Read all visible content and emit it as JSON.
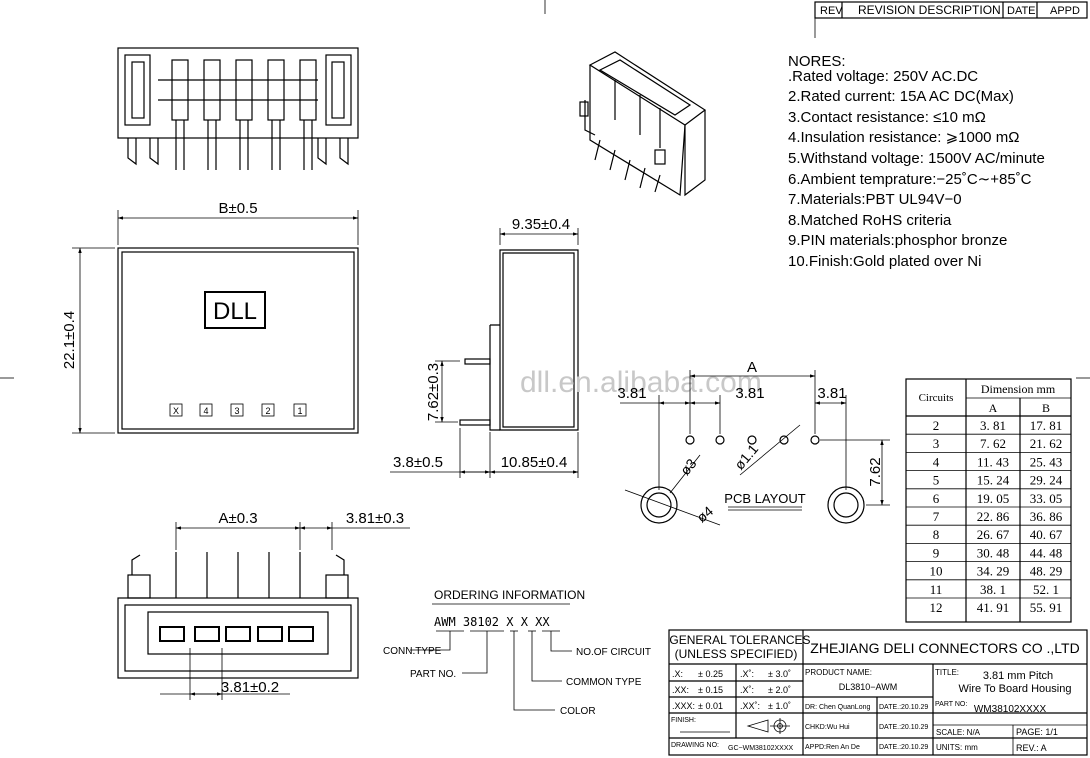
{
  "revision_block": {
    "rev": "REV",
    "description": "REVISION DESCRIPTION",
    "date": "DATE",
    "appd": "APPD"
  },
  "notes": {
    "heading": "NORES:",
    "items": [
      ".Rated voltage: 250V AC.DC",
      "2.Rated current: 15A AC DC(Max)",
      "3.Contact resistance: ≤10 mΩ",
      "4.Insulation resistance: ⩾1000 mΩ",
      "5.Withstand voltage: 1500V AC/minute",
      "6.Ambient temprature:−25˚C∼+85˚C",
      "7.Materials:PBT UL94V−0",
      "8.Matched RoHS criteria",
      "9.PIN materials:phosphor bronze",
      "10.Finish:Gold plated over Ni"
    ]
  },
  "front_view": {
    "dim_width": "B±0.5",
    "dim_height": "22.1±0.4",
    "logo": "DLL",
    "pin_labels": [
      "X",
      "4",
      "3",
      "2",
      "1"
    ]
  },
  "side_view": {
    "dim_top": "9.35±0.4",
    "dim_pin": "7.62±0.3",
    "dim_left": "3.8±0.5",
    "dim_bottom": "10.85±0.4"
  },
  "bottom_view": {
    "dim_a": "A±0.3",
    "dim_pitch": "3.81±0.3",
    "dim_bottom": "3.81±0.2"
  },
  "watermark": "dll.en.alibaba.com",
  "pcb_layout": {
    "label": "PCB LAYOUT",
    "dim_a": "A",
    "dim_left": "3.81",
    "dim_mid": "3.81",
    "dim_right": "3.81",
    "dim_vertical": "7.62",
    "dim_hole_small": "ø1.1",
    "dim_hole_mid": "ø3",
    "dim_hole_large": "ø4"
  },
  "dimension_table": {
    "header_circuits": "Circuits",
    "header_dimension": "Dimension mm",
    "col_a": "A",
    "col_b": "B",
    "rows": [
      [
        "2",
        "3. 81",
        "17. 81"
      ],
      [
        "3",
        "7. 62",
        "21. 62"
      ],
      [
        "4",
        "11. 43",
        "25. 43"
      ],
      [
        "5",
        "15. 24",
        "29. 24"
      ],
      [
        "6",
        "19. 05",
        "33. 05"
      ],
      [
        "7",
        "22. 86",
        "36. 86"
      ],
      [
        "8",
        "26. 67",
        "40. 67"
      ],
      [
        "9",
        "30. 48",
        "44. 48"
      ],
      [
        "10",
        "34. 29",
        "48. 29"
      ],
      [
        "11",
        "38. 1",
        "52. 1"
      ],
      [
        "12",
        "41. 91",
        "55. 91"
      ]
    ]
  },
  "ordering": {
    "title": "ORDERING INFORMATION",
    "code": "AWM 38102 X  X XX",
    "conn_type": "CONN.TYPE",
    "part_no": "PART NO.",
    "no_of_circuit": "NO.OF CIRCUIT",
    "common_type": "COMMON TYPE",
    "color": "COLOR"
  },
  "title_block": {
    "tolerances_line1": "GENERAL TOLERANCES",
    "tolerances_line2": "(UNLESS SPECIFIED)",
    "tol_rows": [
      [
        ".X:",
        "± 0.25",
        ".X˚:",
        "± 3.0˚"
      ],
      [
        ".XX:",
        "± 0.15",
        ".X˚:",
        "± 2.0˚"
      ],
      [
        ".XXX:",
        "± 0.01",
        ".XX˚:",
        "± 1.0˚"
      ]
    ],
    "finish": "FINISH:",
    "company": "ZHEJIANG DELI CONNECTORS CO .,LTD",
    "product_name_label": "PRODUCT NAME:",
    "product_name": "DL3810−AWM",
    "title_label": "TITLE:",
    "title_line1": "3.81 mm Pitch",
    "title_line2": "Wire To Board  Housing",
    "dr": "DR: Chen QuanLong",
    "dr_date": "DATE.:20.10.29",
    "part_no_label": "PART NO:",
    "part_no": "WM38102XXXX",
    "chkd": "CHKD:Wu Hui",
    "chkd_date": "DATE.:20.10.29",
    "scale": "SCALE:  N/A",
    "page": "PAGE: 1/1",
    "drawing_no_label": "DRAWING NO:",
    "drawing_no": "GC−WM38102XXXX",
    "appd": "APPD:Ren An De",
    "appd_date": "DATE.:20.10.29",
    "units": "UNITS:   mm",
    "rev": "REV.:      A"
  }
}
